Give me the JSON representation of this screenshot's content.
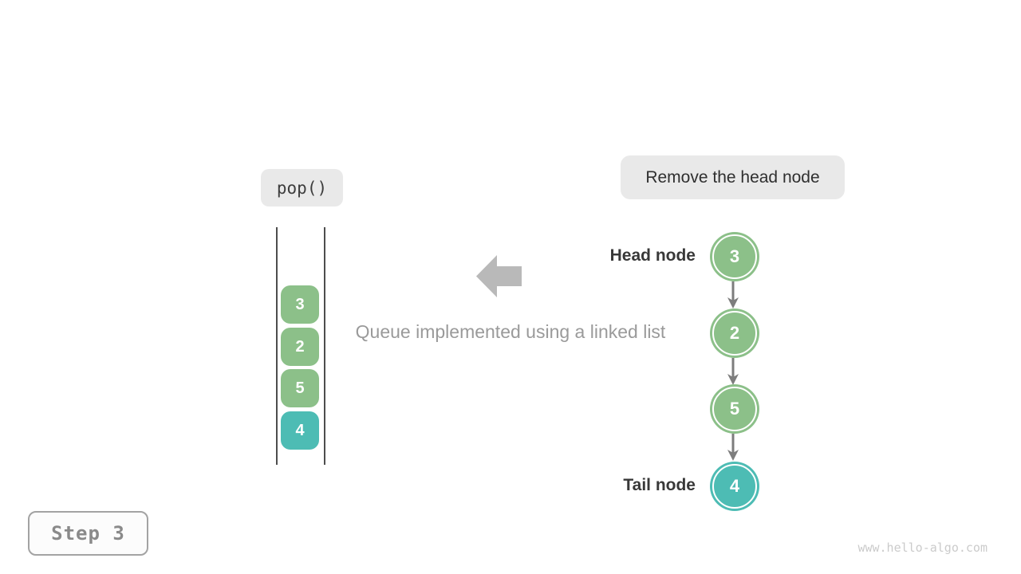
{
  "operation": {
    "label": "pop()"
  },
  "callout": {
    "text": "Remove the head node"
  },
  "queue_stack": {
    "items": [
      {
        "value": "3",
        "color": "#8cc089"
      },
      {
        "value": "2",
        "color": "#8cc089"
      },
      {
        "value": "5",
        "color": "#8cc089"
      },
      {
        "value": "4",
        "color": "#4dbcb4"
      }
    ]
  },
  "caption": {
    "text": "Queue implemented using a linked list"
  },
  "linked_list": {
    "head_label": "Head node",
    "tail_label": "Tail node",
    "nodes": [
      {
        "value": "3",
        "color": "#8cc089",
        "role": "head"
      },
      {
        "value": "2",
        "color": "#8cc089",
        "role": ""
      },
      {
        "value": "5",
        "color": "#8cc089",
        "role": ""
      },
      {
        "value": "4",
        "color": "#4dbcb4",
        "role": "tail"
      }
    ]
  },
  "step_badge": {
    "text": "Step 3"
  },
  "watermark": {
    "text": "www.hello-algo.com"
  },
  "colors": {
    "node_green": "#8cc089",
    "node_teal": "#4dbcb4",
    "pill_bg": "#e9e9e9",
    "arrow_gray": "#b9b9b9",
    "connector_gray": "#7d7d7d",
    "caption_gray": "#9a9a9a"
  }
}
